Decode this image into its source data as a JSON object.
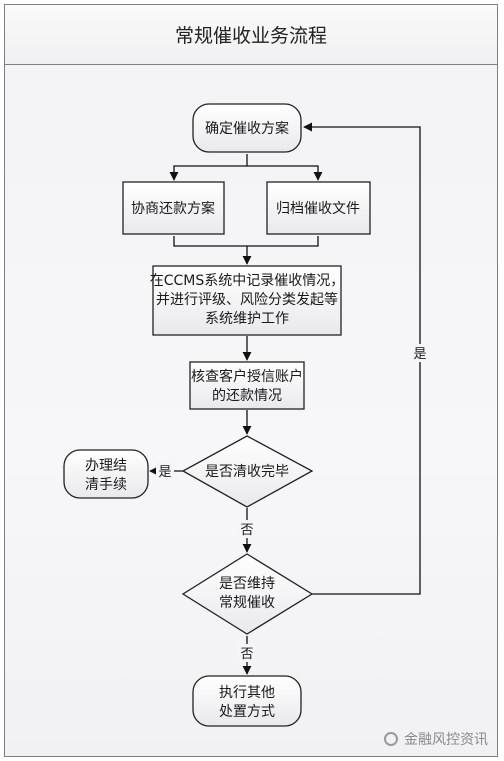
{
  "title": "常规催收业务流程",
  "nodes": {
    "confirm_plan": "确定催收方案",
    "negotiate_plan": "协商还款方案",
    "archive_docs": "归档催收文件",
    "record_ccms": [
      "在CCMS系统中记录催收情况，",
      "并进行评级、风险分类发起等",
      "系统维护工作"
    ],
    "check_account": [
      "核查客户授信账户",
      "的还款情况"
    ],
    "decision_cleared": "是否清收完毕",
    "settle": [
      "办理结",
      "清手续"
    ],
    "decision_maintain": [
      "是否维持",
      "常规催收"
    ],
    "other_disposal": [
      "执行其他",
      "处置方式"
    ]
  },
  "edge_labels": {
    "cleared_yes": "是",
    "cleared_no": "否",
    "maintain_yes": "是",
    "maintain_no": "否"
  },
  "watermark": "金融风控资讯"
}
